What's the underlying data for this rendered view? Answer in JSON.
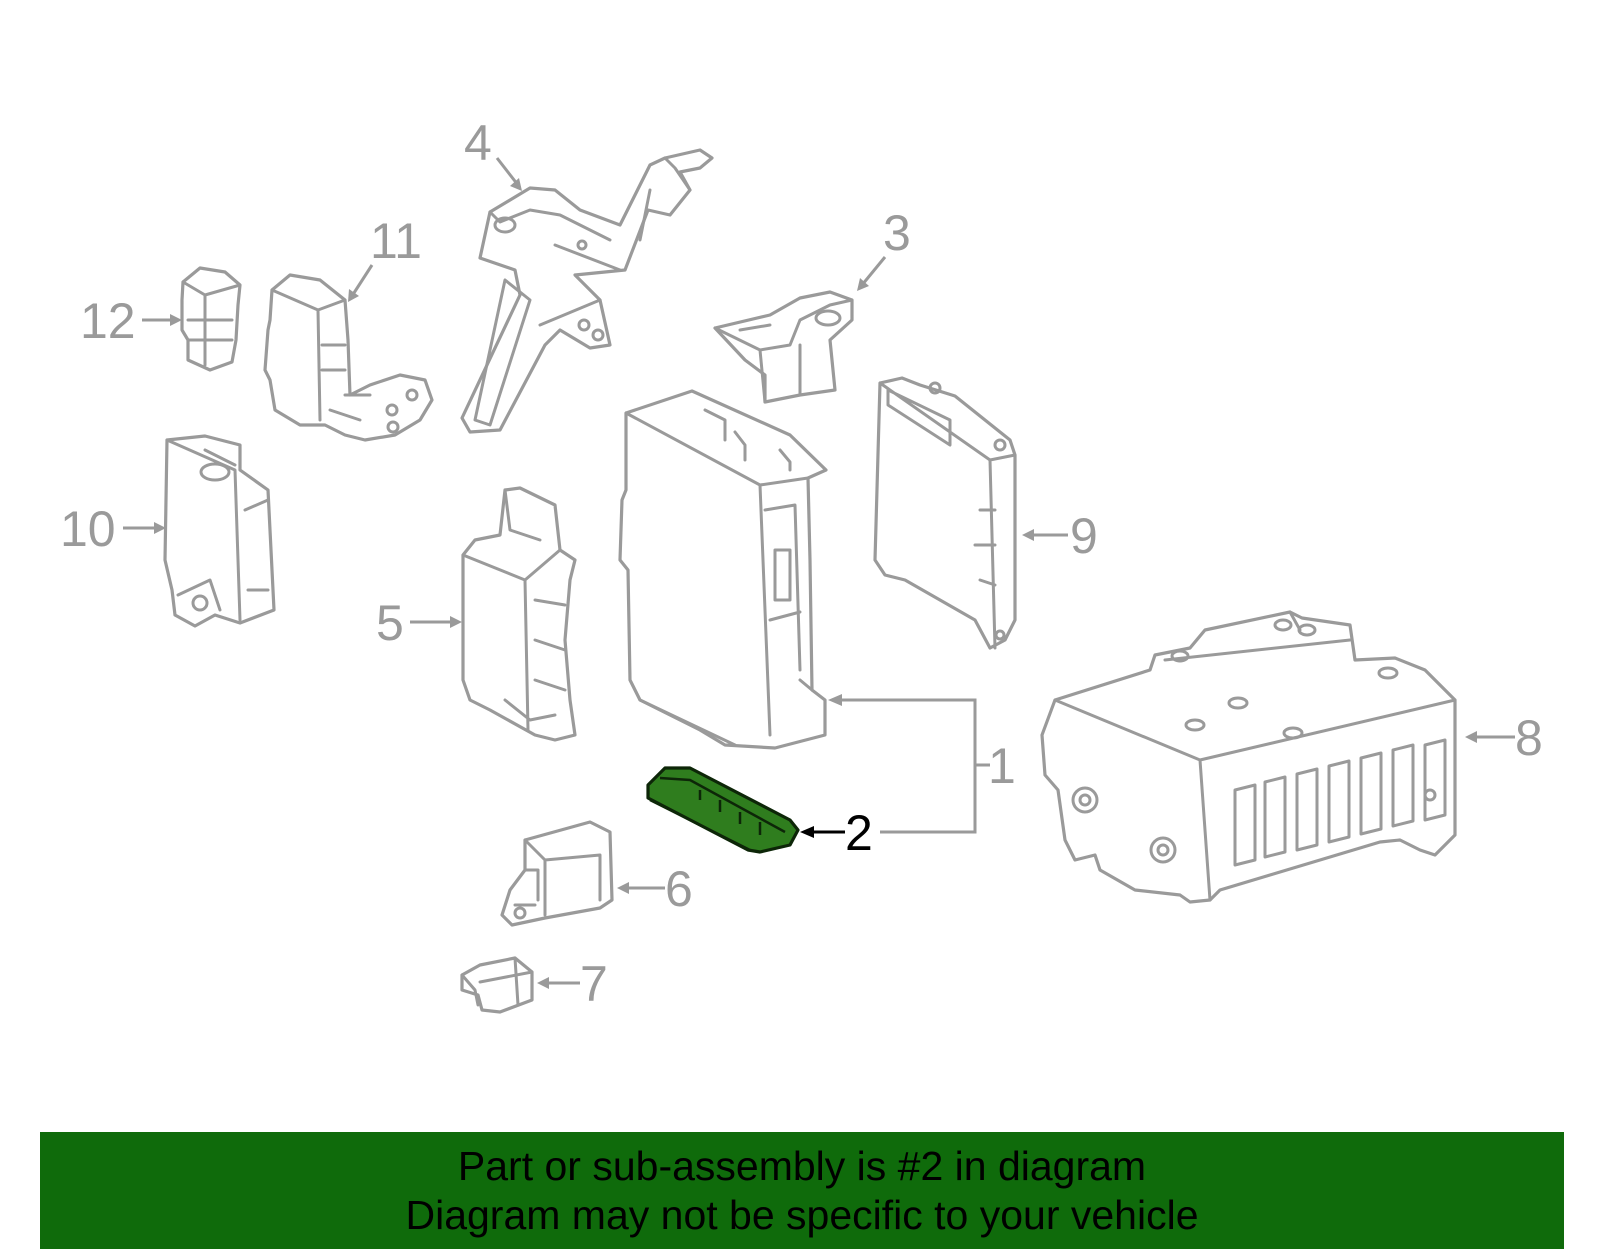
{
  "callouts": [
    "1",
    "2",
    "3",
    "4",
    "5",
    "6",
    "7",
    "8",
    "9",
    "10",
    "11",
    "12"
  ],
  "highlighted_part": "2",
  "colors": {
    "highlight_fill": "#2f7d1e",
    "banner": "#0f6b0b",
    "line_art": "#9a9a9a"
  },
  "banner": {
    "line1": "Part or sub-assembly is #2 in diagram",
    "line2": "Diagram may not be specific to your vehicle"
  }
}
